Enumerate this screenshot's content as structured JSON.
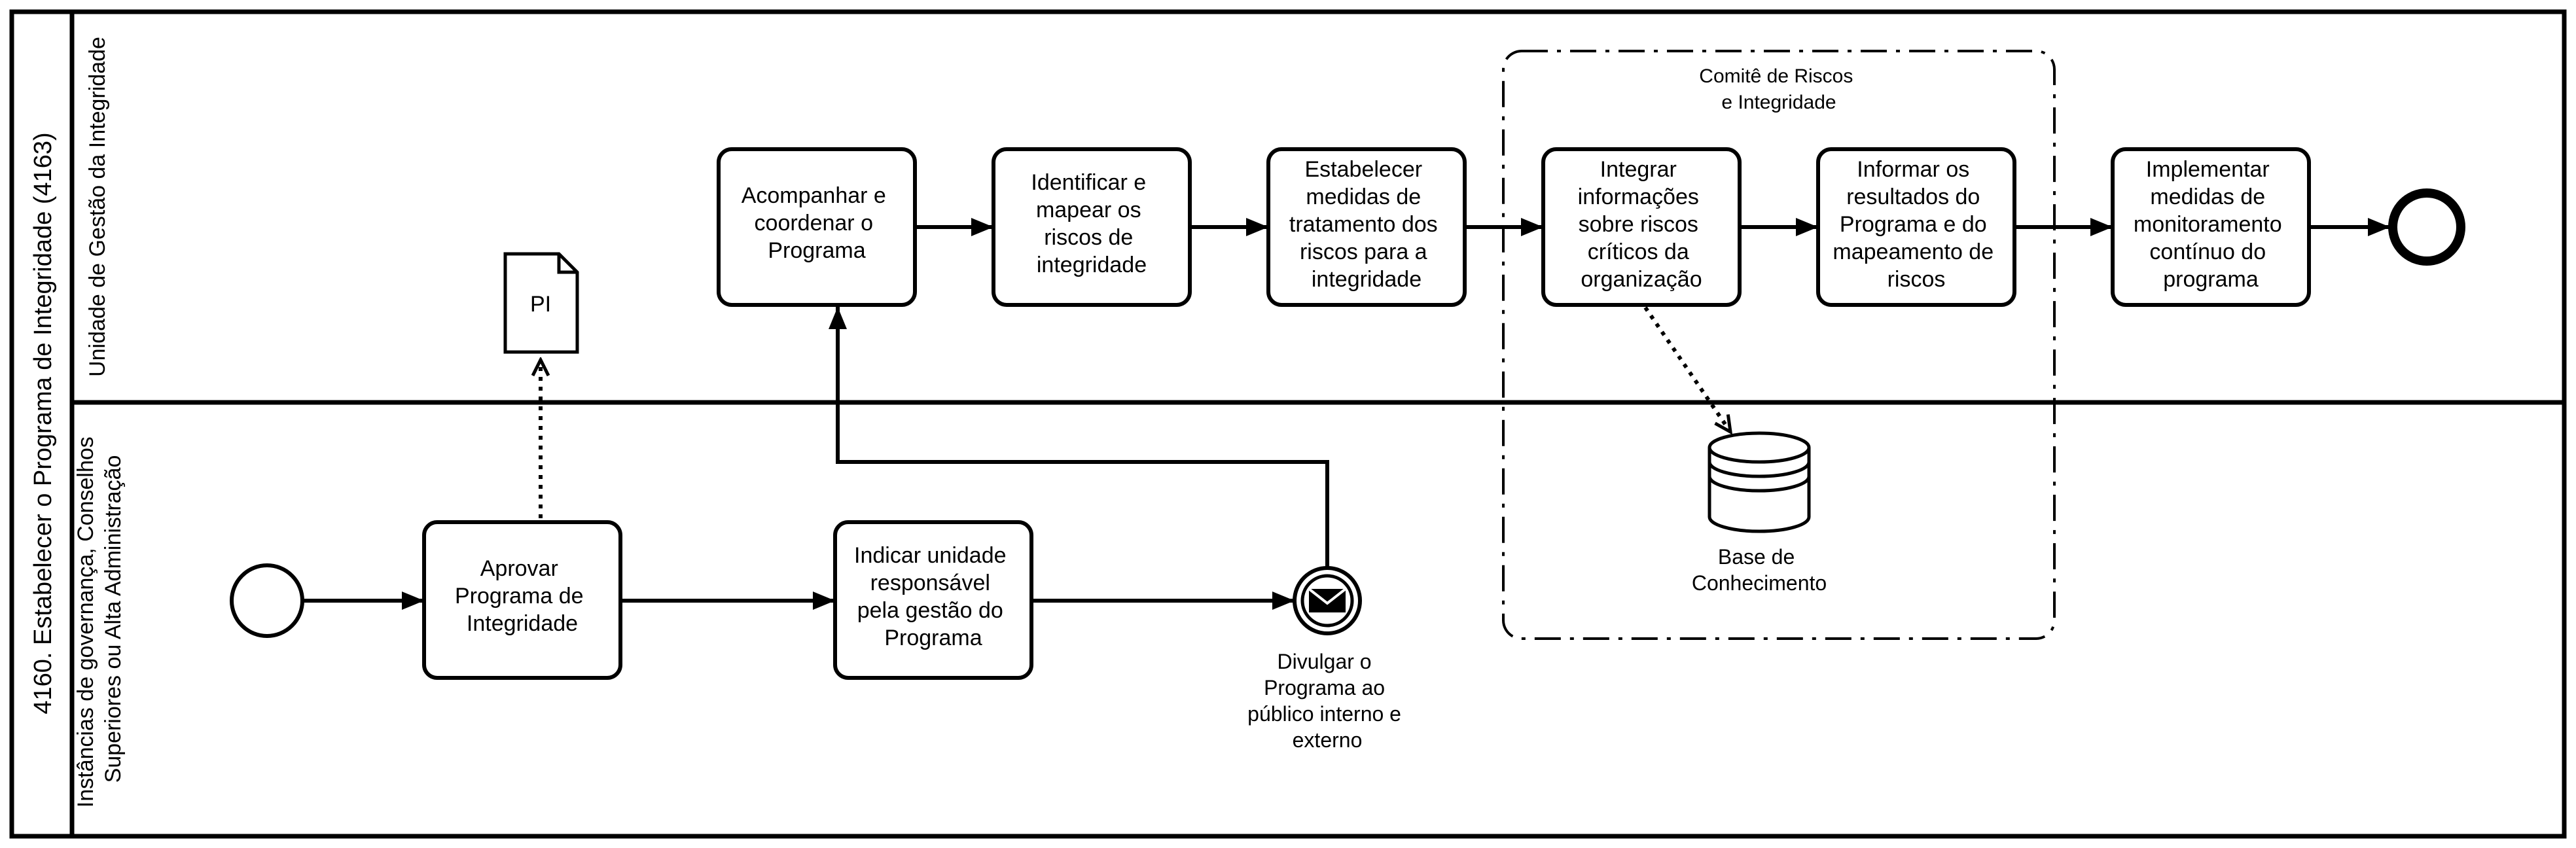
{
  "pool": {
    "label": "4160. Estabelecer o Programa de Integridade (4163)"
  },
  "lanes": [
    {
      "label": "Unidade de Gestão da Integridade"
    },
    {
      "label": "Instâncias de governança, Conselhos Superiores ou Alta Administração"
    }
  ],
  "lane_label_lines": [
    [
      "Unidade de Gestão da Integridade"
    ],
    [
      "Instâncias de governança, Conselhos",
      "Superiores ou Alta Administração"
    ]
  ],
  "tasks": [
    {
      "id": "acompanhar",
      "lines": [
        "Acompanhar e",
        "coordenar o",
        "Programa"
      ]
    },
    {
      "id": "identificar",
      "lines": [
        "Identificar e",
        "mapear os",
        "riscos de",
        "integridade"
      ]
    },
    {
      "id": "estabelecer",
      "lines": [
        "Estabelecer",
        "medidas de",
        "tratamento dos",
        "riscos para a",
        "integridade"
      ]
    },
    {
      "id": "integrar",
      "lines": [
        "Integrar",
        "informações",
        "sobre riscos",
        "críticos da",
        "organização"
      ]
    },
    {
      "id": "informar",
      "lines": [
        "Informar os",
        "resultados do",
        "Programa e do",
        "mapeamento de",
        "riscos"
      ]
    },
    {
      "id": "implementar",
      "lines": [
        "Implementar",
        "medidas de",
        "monitoramento",
        "contínuo do",
        "programa"
      ]
    },
    {
      "id": "aprovar",
      "lines": [
        "Aprovar",
        "Programa de",
        "Integridade"
      ]
    },
    {
      "id": "indicar",
      "lines": [
        "Indicar unidade",
        "responsável",
        "pela gestão do",
        "Programa"
      ]
    }
  ],
  "group": {
    "lines": [
      "Comitê de Riscos",
      "e Integridade"
    ]
  },
  "data_object": {
    "label": "PI"
  },
  "data_store": {
    "lines": [
      "Base de",
      "Conhecimento"
    ]
  },
  "message_event": {
    "lines": [
      "Divulgar o",
      "Programa ao",
      "público interno e",
      "externo"
    ]
  },
  "events": {
    "start": "start-event",
    "end": "end-event"
  },
  "colors": {
    "stroke": "#000000",
    "fill": "#ffffff"
  }
}
